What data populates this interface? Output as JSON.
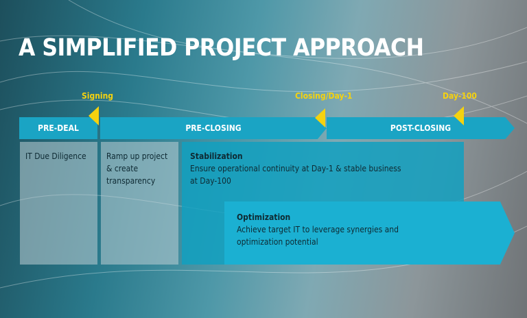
{
  "title": "A SIMPLIFIED PROJECT APPROACH",
  "milestones": [
    "Signing",
    "Closing/Day-1",
    "Day-100"
  ],
  "phases": [
    "PRE-DEAL",
    "PRE-CLOSING",
    "POST-CLOSING"
  ],
  "activities": {
    "due_diligence": "IT Due Diligence",
    "ramp_up": "Ramp up project & create transparency",
    "stabilization": {
      "heading": "Stabilization",
      "text": "Ensure operational continuity at Day-1 & stable business at Day-100"
    },
    "optimization": {
      "heading": "Optimization",
      "text": "Achieve target IT to leverage synergies and optimization potential"
    }
  },
  "colors": {
    "accent": "#1aa4c4",
    "milestone": "#f5d20f"
  }
}
